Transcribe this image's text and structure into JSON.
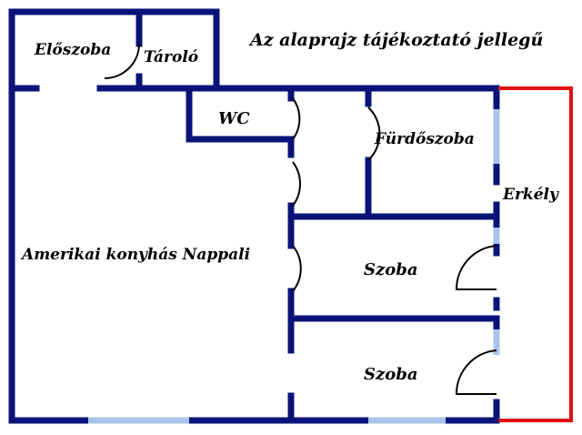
{
  "note": "Az alaprajz tájékoztató jellegű",
  "rooms": {
    "eloszoba": "Előszoba",
    "tarolo": "Tároló",
    "wc": "WC",
    "furdoszoba": "Fürdőszoba",
    "erkely": "Erkély",
    "nappali": "Amerikai konyhás Nappali",
    "szoba1": "Szoba",
    "szoba2": "Szoba"
  },
  "colors": {
    "wall": "#0a1478",
    "balcony": "#e01010",
    "window": "#a9c4ea",
    "door": "#000000"
  }
}
